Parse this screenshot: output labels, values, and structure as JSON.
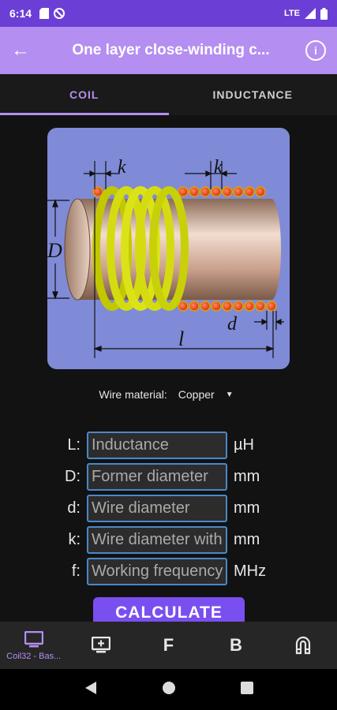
{
  "status": {
    "time": "6:14",
    "network": "LTE"
  },
  "appbar": {
    "title": "One layer close-winding c..."
  },
  "tabs": [
    {
      "label": "COIL"
    },
    {
      "label": "INDUCTANCE"
    }
  ],
  "diagram": {
    "label_k1": "k",
    "label_k2": "k",
    "label_D": "D",
    "label_d": "d",
    "label_l": "l"
  },
  "material": {
    "label": "Wire material:",
    "value": "Copper"
  },
  "fields": [
    {
      "label": "L:",
      "placeholder": "Inductance",
      "unit": "µH"
    },
    {
      "label": "D:",
      "placeholder": "Former diameter",
      "unit": "mm"
    },
    {
      "label": "d:",
      "placeholder": "Wire diameter",
      "unit": "mm"
    },
    {
      "label": "k:",
      "placeholder": "Wire diameter with insulation",
      "unit": "mm"
    },
    {
      "label": "f:",
      "placeholder": "Working frequency",
      "unit": "MHz"
    }
  ],
  "calculate_label": "CALCULATE",
  "bottom_nav": [
    {
      "caption": "Coil32 - Bas...",
      "icon": "monitor-icon"
    },
    {
      "icon": "add-screen-icon"
    },
    {
      "icon_text": "F"
    },
    {
      "icon_text": "B"
    },
    {
      "icon": "magnet-icon"
    }
  ],
  "colors": {
    "accent": "#b48ef0",
    "statusbar": "#6b3fd6",
    "button": "#7a4ff0",
    "input_border": "#4a88c8",
    "diagram_bg": "#7f8bd6",
    "coil_yellow": "#d8e010",
    "wire_red": "#e03a1e"
  }
}
